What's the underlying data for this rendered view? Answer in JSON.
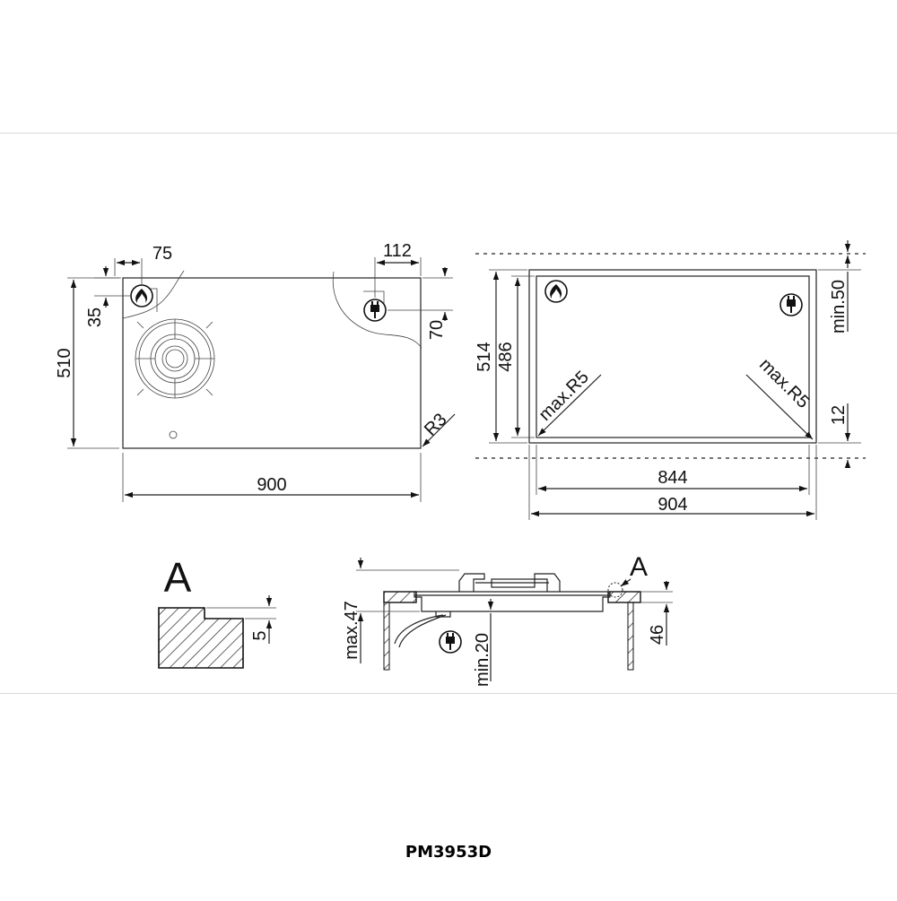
{
  "drawing": {
    "model_name": "PM3953D",
    "section_marker": "A",
    "top_view": {
      "width": "900",
      "depth": "510",
      "gas_offset_x": "75",
      "gas_offset_y": "35",
      "elec_offset_x": "112",
      "elec_offset_y": "70",
      "corner_radius": "R3"
    },
    "cutout": {
      "outer_width": "904",
      "inner_width": "844",
      "outer_depth": "514",
      "inner_depth": "486",
      "min_back": "min.50",
      "min_front": "12",
      "radius_left": "max.R5",
      "radius_right": "max.R5"
    },
    "section": {
      "max_thickness": "max.47",
      "min_clearance": "min.20",
      "height": "46"
    },
    "detail_a": {
      "rebate": "5"
    },
    "icons": [
      "gas-flame-icon",
      "electric-plug-icon"
    ]
  }
}
